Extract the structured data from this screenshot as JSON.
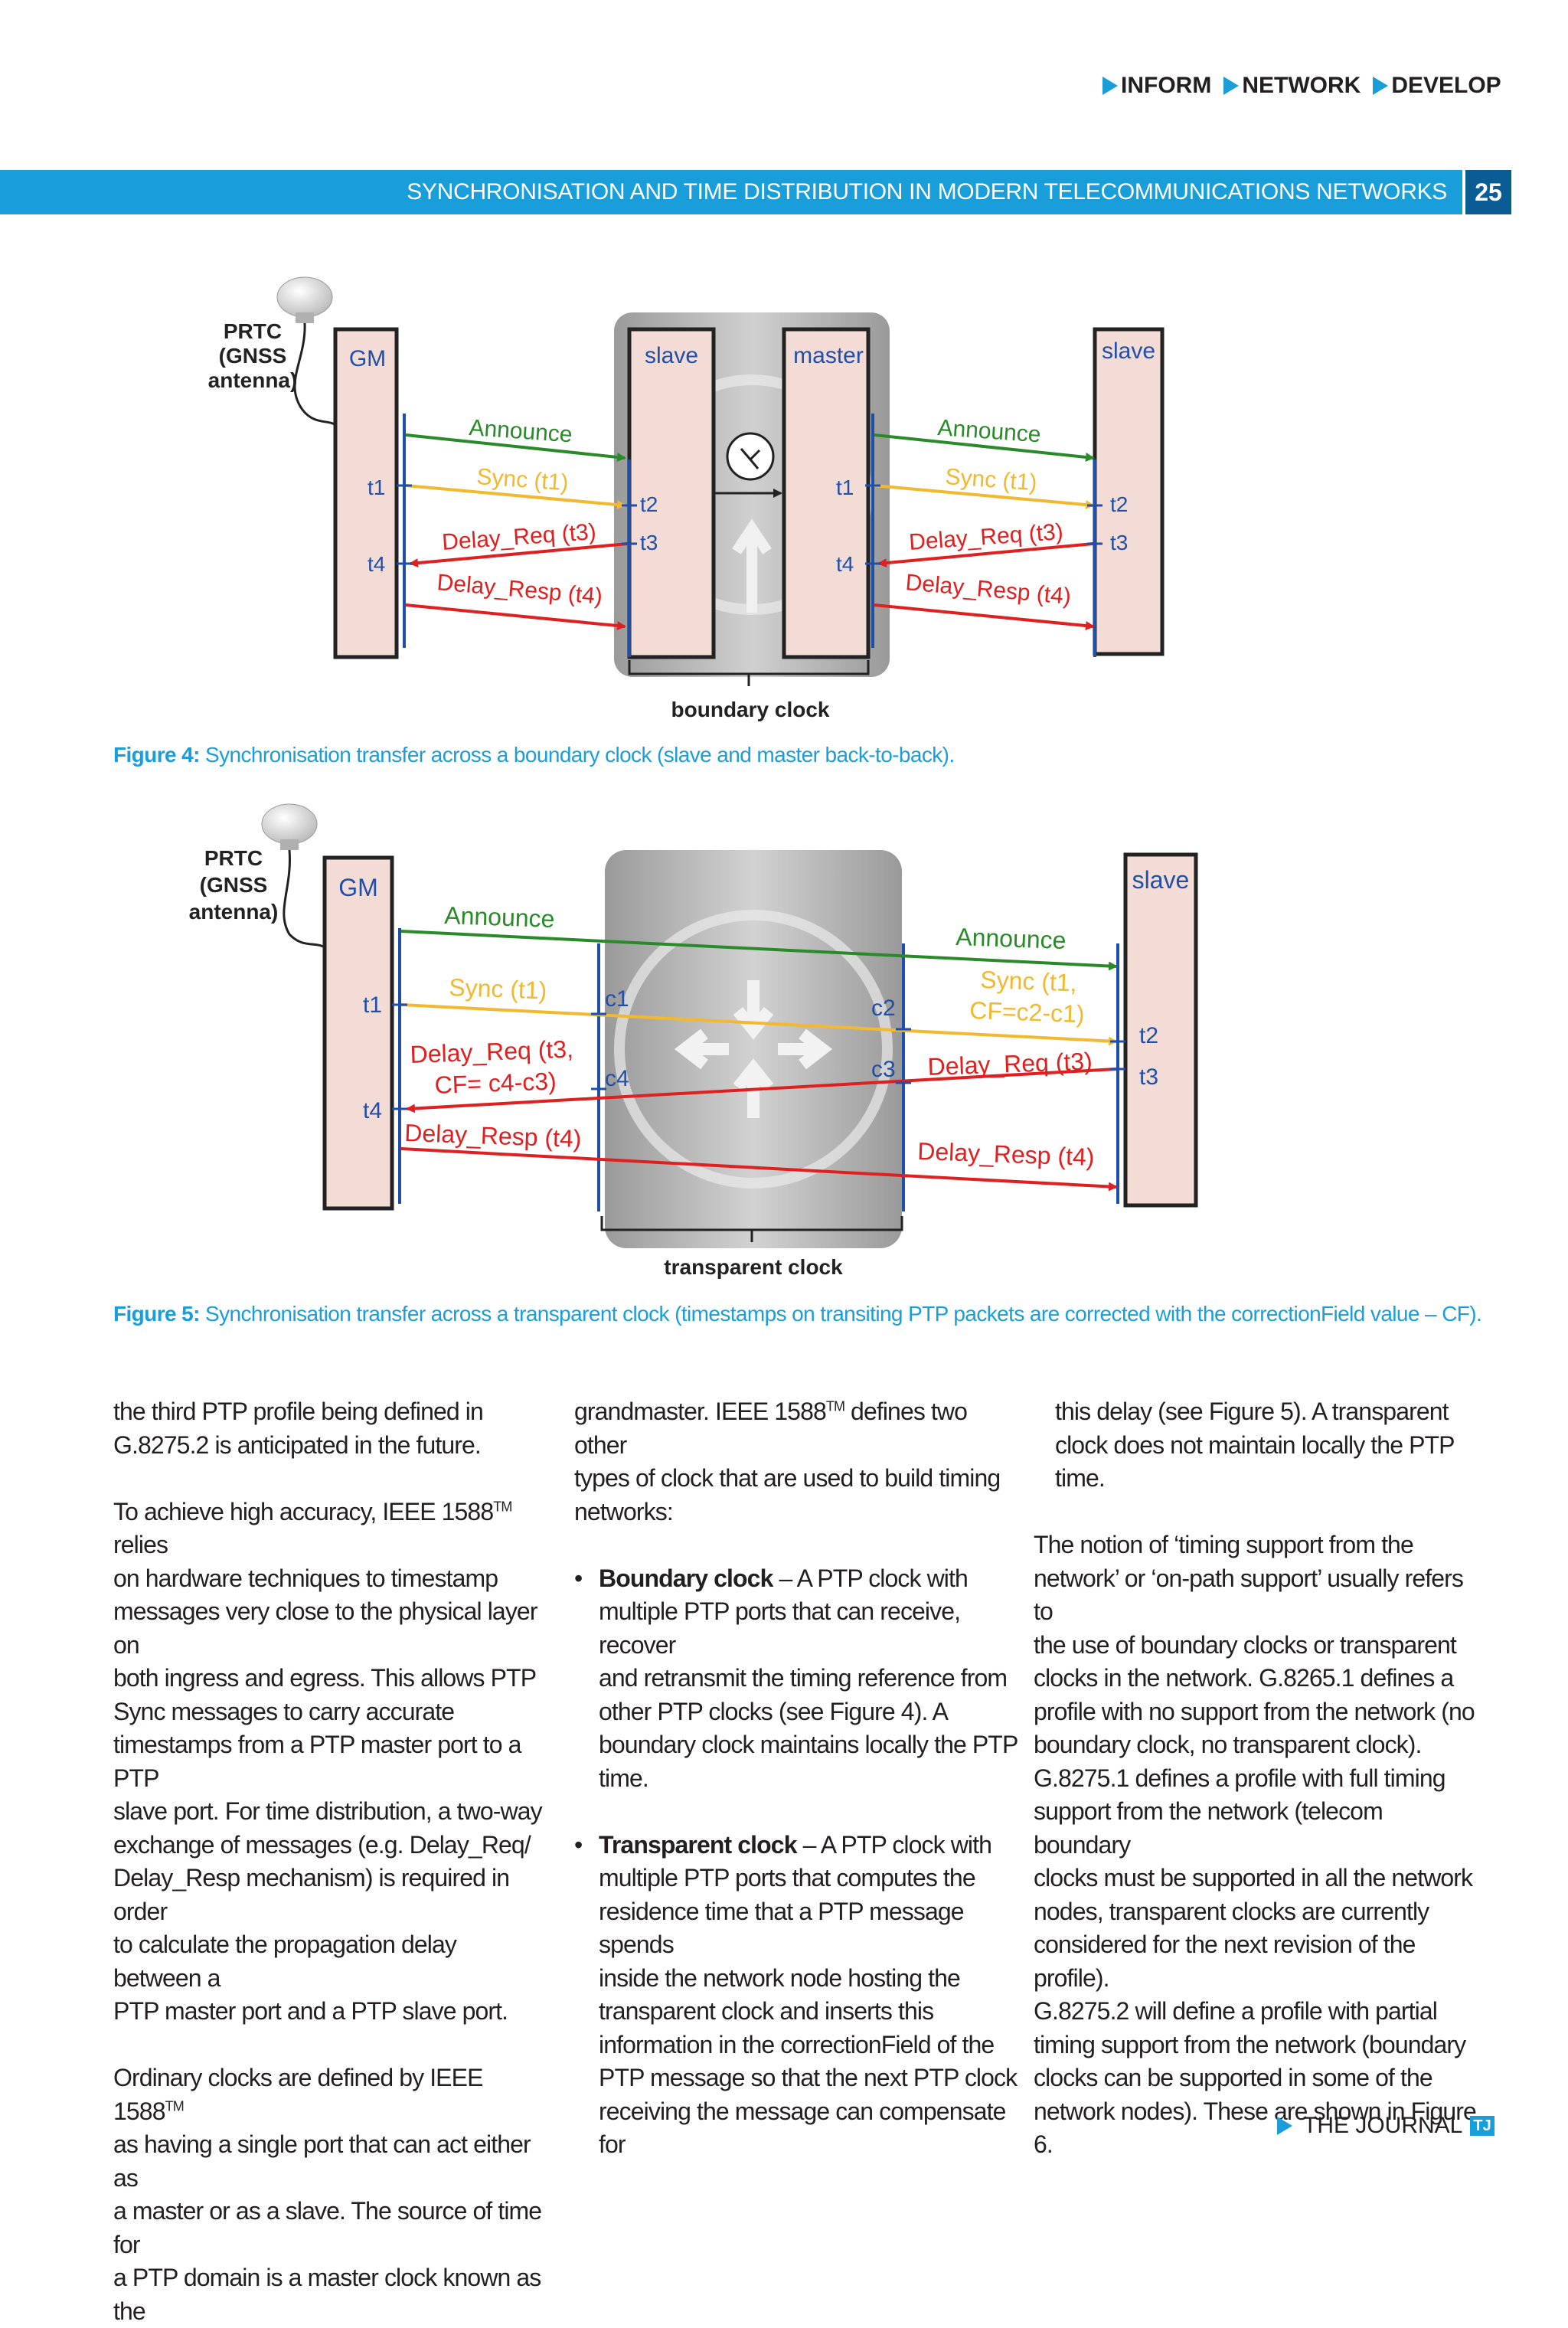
{
  "nav": {
    "items": [
      "INFORM",
      "NETWORK",
      "DEVELOP"
    ]
  },
  "header": {
    "title": "SYNCHRONISATION AND TIME DISTRIBUTION IN MODERN TELECOMMUNICATIONS NETWORKS",
    "page_number": "25"
  },
  "colors": {
    "accent": "#1a9ed9",
    "announce": "#2a8a2a",
    "sync": "#f2b82f",
    "delay": "#e02020",
    "port": "#1f4fa8"
  },
  "figure4": {
    "prtc": [
      "PRTC",
      "(GNSS",
      "antenna)"
    ],
    "gm": "GM",
    "slave_left": "slave",
    "master": "master",
    "slave_right": "slave",
    "announce": "Announce",
    "sync": "Sync (t1)",
    "delay_req": "Delay_Req (t3)",
    "delay_resp": "Delay_Resp (t4)",
    "t1": "t1",
    "t2": "t2",
    "t3": "t3",
    "t4": "t4",
    "boundary_label": "boundary clock",
    "caption_label": "Figure 4:",
    "caption_text": " Synchronisation transfer across a boundary clock (slave and master back-to-back)."
  },
  "figure5": {
    "prtc": [
      "PRTC",
      "(GNSS",
      "antenna)"
    ],
    "gm": "GM",
    "slave": "slave",
    "announce": "Announce",
    "sync_left": "Sync (t1)",
    "sync_right_1": "Sync (t1,",
    "sync_right_2": "CF=c2-c1)",
    "delay_req_left_1": "Delay_Req (t3,",
    "delay_req_left_2": "CF= c4-c3)",
    "delay_req_right": "Delay_Req (t3)",
    "delay_resp": "Delay_Resp (t4)",
    "t1": "t1",
    "t2": "t2",
    "t3": "t3",
    "t4": "t4",
    "c1": "c1",
    "c2": "c2",
    "c3": "c3",
    "c4": "c4",
    "transparent_label": "transparent clock",
    "caption_label": "Figure 5:",
    "caption_text": " Synchronisation transfer across a transparent clock (timestamps on transiting PTP packets are corrected with the correctionField value – CF)."
  },
  "col1": {
    "p1": [
      "the third PTP profile being defined in",
      "G.8275.2 is anticipated in the future."
    ],
    "p2_l1_a": "To achieve high accuracy, IEEE 1588",
    "tm": "TM",
    "p2_l1_b": " relies",
    "p2": [
      "on hardware techniques to timestamp",
      "messages very close to the physical layer on",
      "both ingress and egress. This allows PTP",
      "Sync messages to carry accurate",
      "timestamps from a PTP master port to a PTP",
      "slave port.  For time distribution, a two-way",
      "exchange of messages (e.g. Delay_Req/",
      "Delay_Resp mechanism) is required in order",
      "to calculate the propagation delay between a",
      "PTP master port and a PTP slave port."
    ],
    "p3_l1_a": "Ordinary clocks are defined by IEEE 1588",
    "p3": [
      "as having a single port that can act either as",
      "a master or as a slave.  The source of time for",
      "a PTP domain is a master clock known as the"
    ]
  },
  "col2": {
    "l1_a": "grandmaster.  IEEE 1588",
    "l1_b": " defines two other",
    "p1": [
      "types of clock that are used to build timing",
      "networks:"
    ],
    "b1_term": "Boundary clock",
    "b1_l1": " – A PTP clock with",
    "b1": [
      "multiple PTP ports that can receive, recover",
      "and retransmit the timing reference from",
      "other PTP clocks (see Figure 4).  A",
      "boundary clock maintains locally the PTP",
      "time."
    ],
    "b2_term": "Transparent clock",
    "b2_l1": " – A PTP clock with",
    "b2": [
      "multiple PTP ports that computes the",
      "residence time that a PTP message spends",
      "inside the network node hosting the",
      "transparent clock and inserts this",
      "information in the correctionField of the",
      "PTP message so that the next PTP clock",
      "receiving the message can compensate for"
    ]
  },
  "col3": {
    "p1": [
      "this delay (see Figure 5). A transparent",
      "clock does not maintain locally the PTP",
      "time."
    ],
    "p2": [
      "The notion of ‘timing support from the",
      "network’ or ‘on-path support’ usually refers to",
      "the use of boundary clocks or transparent",
      "clocks in the network. G.8265.1 defines a",
      "profile with no support from the network (no",
      "boundary clock, no transparent clock).",
      "G.8275.1 defines a profile with full timing",
      "support from the network (telecom boundary",
      "clocks must be supported in all the network",
      "nodes, transparent clocks are currently",
      "considered for the next revision of the profile).",
      "G.8275.2 will define a profile with partial",
      "timing support from the network (boundary",
      "clocks can be supported in some of the",
      "network nodes). These are shown in Figure 6."
    ]
  },
  "footer": {
    "text": "THE JOURNAL",
    "badge": "TJ"
  }
}
